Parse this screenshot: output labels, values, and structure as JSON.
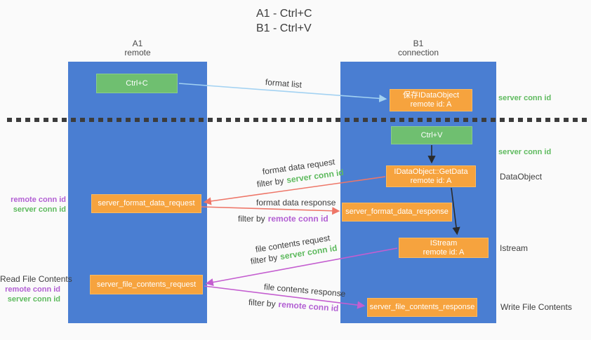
{
  "title": {
    "line1": "A1 - Ctrl+C",
    "line2": "B1 - Ctrl+V"
  },
  "lifelines": {
    "left": {
      "name": "A1",
      "role": "remote"
    },
    "right": {
      "name": "B1",
      "role": "connection"
    }
  },
  "nodes": {
    "ctrl_c": {
      "label": "Ctrl+C"
    },
    "ctrl_v": {
      "label": "Ctrl+V"
    },
    "save_idataobject": {
      "line1": "保存IDataObject",
      "line2": "remote id: A"
    },
    "idataobject_getdata": {
      "line1": "IDataObject::GetData",
      "line2": "remote id: A"
    },
    "istream": {
      "line1": "IStream",
      "line2": "remote id: A"
    },
    "server_format_data_request": {
      "label": "server_format_data_request"
    },
    "server_format_data_response": {
      "label": "server_format_data_response"
    },
    "server_file_contents_request": {
      "label": "server_file_contents_request"
    },
    "server_file_contents_response": {
      "label": "server_file_contents_response"
    }
  },
  "messages": {
    "format_list": {
      "label": "format list"
    },
    "format_data_request": {
      "label": "format data request",
      "filter_prefix": "filter by",
      "filter_key": "server conn id"
    },
    "format_data_response": {
      "label": "format data response",
      "filter_prefix": "filter by",
      "filter_key": "remote conn id"
    },
    "file_contents_request": {
      "label": "file contents request",
      "filter_prefix": "filter by",
      "filter_key": "server conn id"
    },
    "file_contents_response": {
      "label": "file contents response",
      "filter_prefix": "filter by",
      "filter_key": "remote conn id"
    }
  },
  "side_labels": {
    "right_server_conn_id_1": "server conn id",
    "right_server_conn_id_2": "server conn id",
    "right_dataobject": "DataObject",
    "right_istream": "Istream",
    "right_write_file_contents": "Write File Contents",
    "left_remote_conn_id_1": "remote conn id",
    "left_server_conn_id_1": "server conn id",
    "left_read_file_contents": "Read File Contents",
    "left_remote_conn_id_2": "remote conn id",
    "left_server_conn_id_2": "server conn id"
  },
  "colors": {
    "lifeline_blue": "#4a7ed2",
    "node_green": "#6fbf70",
    "node_orange": "#f6a33e",
    "arrow_light_blue": "#a3d2f2",
    "arrow_salmon": "#ee7668",
    "arrow_magenta": "#c45ed0",
    "arrow_black": "#2b2b2b",
    "text_green": "#5eba5e",
    "text_purple": "#b25fd3",
    "text_dark": "#3d3d3d"
  }
}
